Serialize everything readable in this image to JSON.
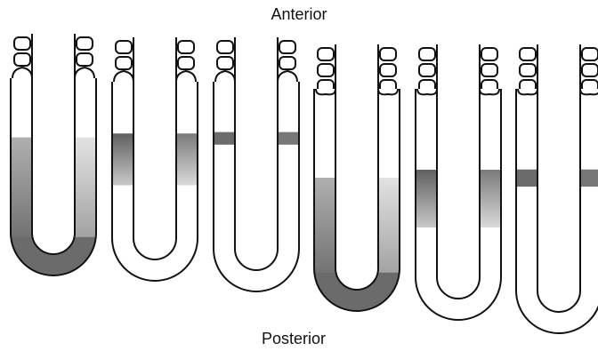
{
  "labels": {
    "top": "Anterior",
    "bottom": "Posterior"
  },
  "colors": {
    "outline": "#111111",
    "shade_dark": "#6b6b6b",
    "shade_light": "#dcdcdc",
    "fill": "#ffffff"
  },
  "tubes": [
    {
      "segments": 2,
      "shading": "gradient-full",
      "shade_start": 0.3,
      "outer_shaded": true
    },
    {
      "segments": 2,
      "shading": "gradient-band",
      "shade_start": 0.26,
      "shade_end": 0.52,
      "outer_shaded": false
    },
    {
      "segments": 2,
      "shading": "narrow-band",
      "shade_start": 0.24,
      "shade_end": 0.3,
      "outer_shaded": false
    },
    {
      "segments": 3,
      "shading": "gradient-full",
      "shade_start": 0.4,
      "outer_shaded": true
    },
    {
      "segments": 3,
      "shading": "gradient-band",
      "shade_start": 0.35,
      "shade_end": 0.6,
      "outer_shaded": false
    },
    {
      "segments": 3,
      "shading": "narrow-band",
      "shade_start": 0.33,
      "shade_end": 0.4,
      "outer_shaded": false
    }
  ]
}
